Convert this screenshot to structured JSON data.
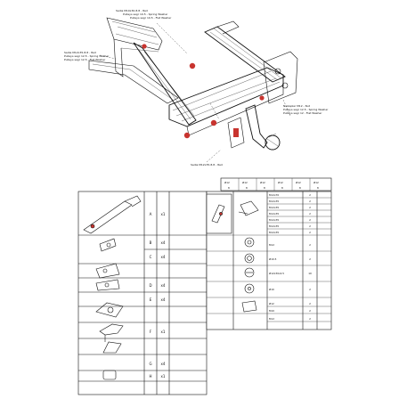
{
  "drawing": {
    "callouts": {
      "left_top": [
        "Sadia M10x30-8.8 - 8ad",
        "Pulleys sagr 10.5 - Spring Washer",
        "Pulleys sagr 10.5 - Flat Washer"
      ],
      "left_mid": [
        "Sadia M12x35-8.8 - 8ad",
        "Pulleys sagr 12.5 - Spring Washer",
        "Pulleys sagr 12.5 - Flat Washer"
      ],
      "right_mid": [
        "Naikaplar M12 - Nut",
        "Pulleys sagr 12.5 - Spring Washer",
        "Pulleys sagr 12 - Flat Washer"
      ],
      "center_bottom": [
        "Sadia M12x35-8.8 - 8ad"
      ]
    }
  },
  "parts_table": {
    "rows": [
      {
        "letter": "A",
        "qty": "x1"
      },
      {
        "letter": "B",
        "qty": "x4"
      },
      {
        "letter": "C",
        "qty": "x4"
      },
      {
        "letter": "D",
        "qty": "x4"
      },
      {
        "letter": "E",
        "qty": "x4"
      },
      {
        "letter": "F",
        "qty": "x1"
      },
      {
        "letter": "G",
        "qty": "x4"
      },
      {
        "letter": "H",
        "qty": "x1"
      }
    ]
  },
  "hardware_table": {
    "rows": [
      {
        "size": "M12x70",
        "qty": "2"
      },
      {
        "size": "M12x35",
        "qty": "2"
      },
      {
        "size": "M12x35",
        "qty": "2"
      },
      {
        "size": "M12x35",
        "qty": "2"
      },
      {
        "size": "M12x35",
        "qty": "2"
      },
      {
        "size": "M12x35",
        "qty": "2"
      },
      {
        "size": "M12x35",
        "qty": "2"
      },
      {
        "size": "M12",
        "qty": "2"
      },
      {
        "size": "Ø10.5",
        "qty": "2"
      },
      {
        "size": "Ø12x30x2.5",
        "qty": "10"
      },
      {
        "size": "Ø10",
        "qty": "2"
      },
      {
        "size": "Ø12",
        "qty": "2"
      },
      {
        "size": "M10",
        "qty": "2"
      },
      {
        "size": "M12",
        "qty": "2"
      }
    ]
  },
  "washer_row": {
    "items": [
      {
        "size": "Ø12",
        "qty": "8"
      },
      {
        "size": "Ø12",
        "qty": "8"
      },
      {
        "size": "Ø12",
        "qty": "8"
      },
      {
        "size": "Ø12",
        "qty": "8"
      },
      {
        "size": "Ø12",
        "qty": "8"
      },
      {
        "size": "Ø12",
        "qty": "8"
      }
    ]
  }
}
